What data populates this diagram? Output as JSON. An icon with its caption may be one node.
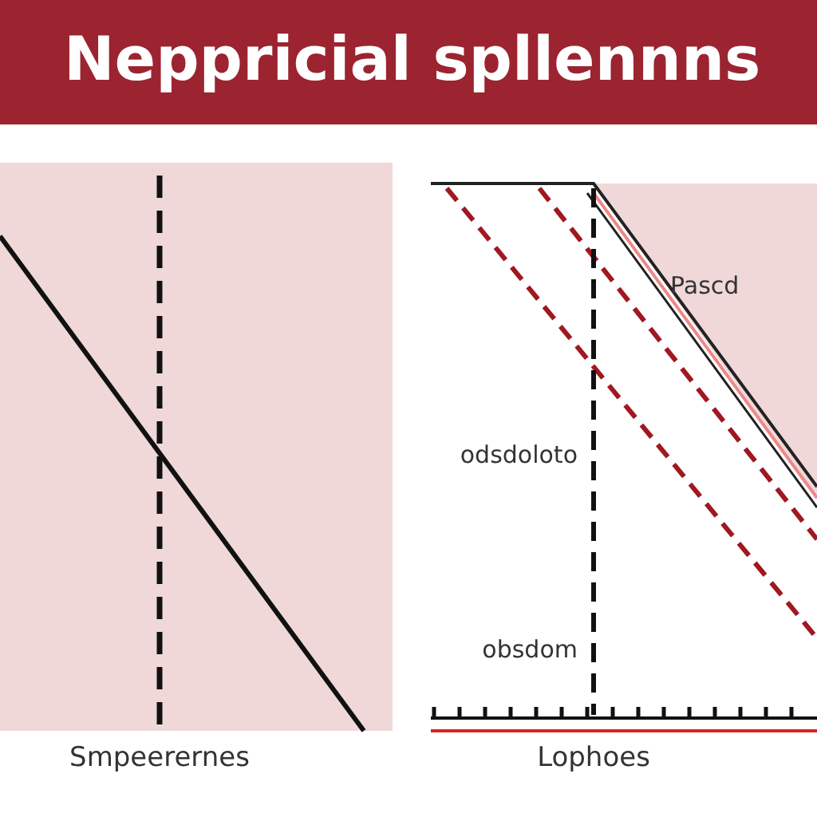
{
  "diagram": {
    "title": "Neppricial spllennns",
    "labels": [
      "Pascd",
      "odsdoloto",
      "obsdom",
      "Smpeerernes",
      "Lophoes"
    ]
  }
}
